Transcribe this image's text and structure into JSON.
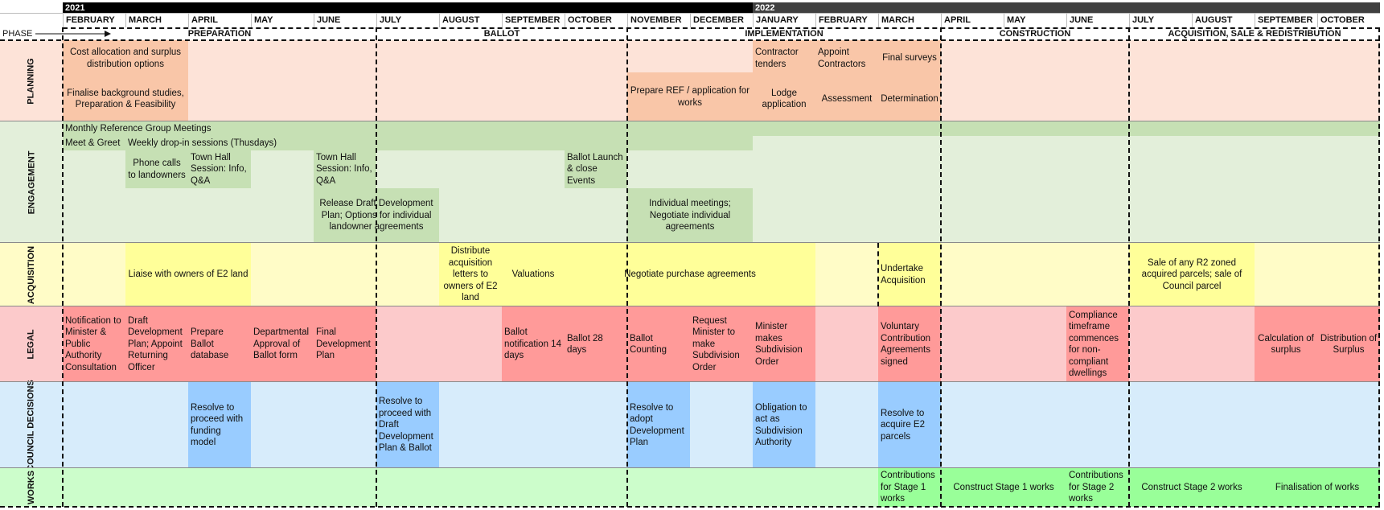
{
  "years": [
    "2021",
    "2022"
  ],
  "months": [
    "FEBRUARY",
    "MARCH",
    "APRIL",
    "MAY",
    "JUNE",
    "JULY",
    "AUGUST",
    "SEPTEMBER",
    "OCTOBER",
    "NOVEMBER",
    "DECEMBER",
    "JANUARY",
    "FEBRUARY",
    "MARCH",
    "APRIL",
    "MAY",
    "JUNE",
    "JULY",
    "AUGUST",
    "SEPTEMBER",
    "OCTOBER"
  ],
  "phase_label": "PHASE",
  "phases": [
    {
      "name": "PREPARATION",
      "start": 0,
      "end": 5
    },
    {
      "name": "BALLOT",
      "start": 5,
      "end": 9
    },
    {
      "name": "IMPLEMENTATION",
      "start": 9,
      "end": 14
    },
    {
      "name": "CONSTRUCTION",
      "start": 14,
      "end": 17
    },
    {
      "name": "ACQUISITION, SALE & REDISTRIBUTION",
      "start": 17,
      "end": 21
    }
  ],
  "rows": [
    {
      "label": "PLANNING",
      "bg": "#fde3d8"
    },
    {
      "label": "ENGAGEMENT",
      "bg": "#e3efda"
    },
    {
      "label": "ACQUISITION",
      "bg": "#fffcc7"
    },
    {
      "label": "LEGAL",
      "bg": "#fccacb"
    },
    {
      "label": "COUNCIL DECISIONS",
      "bg": "#d7ecfb"
    },
    {
      "label": "WORKS",
      "bg": "#ccfdcb"
    }
  ],
  "colors": {
    "planning": "#f9c6a8",
    "engagement": "#c6e0b4",
    "acquisition": "#ffff99",
    "legal": "#ff9a99",
    "council": "#99ccff",
    "works": "#99ff99",
    "year_2021": "#000000",
    "year_2022": "#404040"
  },
  "tasks": [
    {
      "row": 0,
      "start": 0,
      "end": 2,
      "top": 0.0,
      "bot": 0.45,
      "text": "Cost allocation and surplus distribution options",
      "color": "planning"
    },
    {
      "row": 0,
      "start": 0,
      "end": 2,
      "top": 0.45,
      "bot": 1.0,
      "text": "Finalise background studies, Preparation & Feasibility",
      "color": "planning"
    },
    {
      "row": 0,
      "start": 9,
      "end": 11,
      "top": 0.4,
      "bot": 1.0,
      "text": "Prepare REF / application for works",
      "color": "planning"
    },
    {
      "row": 0,
      "start": 11,
      "end": 12,
      "top": 0.0,
      "bot": 0.45,
      "text": "Contractor tenders",
      "color": "planning",
      "align": "left"
    },
    {
      "row": 0,
      "start": 11,
      "end": 12,
      "top": 0.45,
      "bot": 1.0,
      "text": "Lodge application",
      "color": "planning"
    },
    {
      "row": 0,
      "start": 12,
      "end": 13,
      "top": 0.0,
      "bot": 0.45,
      "text": "Appoint Contractors",
      "color": "planning",
      "align": "left"
    },
    {
      "row": 0,
      "start": 12,
      "end": 13,
      "top": 0.45,
      "bot": 1.0,
      "text": "Assessment",
      "color": "planning"
    },
    {
      "row": 0,
      "start": 13,
      "end": 14,
      "top": 0.0,
      "bot": 0.45,
      "text": "Final surveys",
      "color": "planning"
    },
    {
      "row": 0,
      "start": 13,
      "end": 14,
      "top": 0.45,
      "bot": 1.0,
      "text": "Determination",
      "color": "planning"
    },
    {
      "row": 1,
      "start": 0,
      "end": 21,
      "top": 0.0,
      "bot": 0.12,
      "text": "Monthly Reference Group Meetings",
      "color": "engagement",
      "align": "left"
    },
    {
      "row": 1,
      "start": 0,
      "end": 1,
      "top": 0.12,
      "bot": 0.24,
      "text": "Meet & Greet",
      "color": "engagement",
      "align": "left"
    },
    {
      "row": 1,
      "start": 1,
      "end": 11,
      "top": 0.12,
      "bot": 0.24,
      "text": "Weekly drop-in sessions (Thusdays)",
      "color": "engagement",
      "align": "left"
    },
    {
      "row": 1,
      "start": 1,
      "end": 2,
      "top": 0.24,
      "bot": 0.55,
      "text": "Phone calls to landowners",
      "color": "engagement"
    },
    {
      "row": 1,
      "start": 2,
      "end": 3,
      "top": 0.24,
      "bot": 0.55,
      "text": "Town Hall Session: Info, Q&A",
      "color": "engagement",
      "align": "left"
    },
    {
      "row": 1,
      "start": 4,
      "end": 5,
      "top": 0.24,
      "bot": 0.55,
      "text": "Town Hall Session: Info, Q&A",
      "color": "engagement",
      "align": "left"
    },
    {
      "row": 1,
      "start": 8,
      "end": 9,
      "top": 0.24,
      "bot": 0.55,
      "text": "Ballot Launch & close Events",
      "color": "engagement",
      "align": "left"
    },
    {
      "row": 1,
      "start": 4,
      "end": 6,
      "top": 0.55,
      "bot": 1.0,
      "text": "Release Draft Development Plan; Options for individual landowner agreements",
      "color": "engagement"
    },
    {
      "row": 1,
      "start": 9,
      "end": 11,
      "top": 0.55,
      "bot": 1.0,
      "text": "Individual meetings; Negotiate individual agreements",
      "color": "engagement"
    },
    {
      "row": 2,
      "start": 1,
      "end": 3,
      "top": 0.0,
      "bot": 1.0,
      "text": "Liaise with owners of E2 land",
      "color": "acquisition"
    },
    {
      "row": 2,
      "start": 6,
      "end": 7,
      "top": 0.0,
      "bot": 1.0,
      "text": "Distribute acquisition letters to owners of E2 land",
      "color": "acquisition"
    },
    {
      "row": 2,
      "start": 7,
      "end": 8,
      "top": 0.0,
      "bot": 1.0,
      "text": "Valuations",
      "color": "acquisition"
    },
    {
      "row": 2,
      "start": 8,
      "end": 12,
      "top": 0.0,
      "bot": 1.0,
      "text": "Negotiate purchase agreements",
      "color": "acquisition"
    },
    {
      "row": 2,
      "start": 13,
      "end": 14,
      "top": 0.0,
      "bot": 1.0,
      "text": "Undertake Acquisition",
      "color": "acquisition",
      "align": "left"
    },
    {
      "row": 2,
      "start": 17,
      "end": 19,
      "top": 0.0,
      "bot": 1.0,
      "text": "Sale of any R2 zoned acquired parcels; sale of Council parcel",
      "color": "acquisition"
    },
    {
      "row": 3,
      "start": 0,
      "end": 1,
      "top": 0.0,
      "bot": 1.0,
      "text": "Notification to Minister & Public Authority Consultation",
      "color": "legal",
      "align": "left"
    },
    {
      "row": 3,
      "start": 1,
      "end": 2,
      "top": 0.0,
      "bot": 1.0,
      "text": "Draft Development Plan; Appoint Returning Officer",
      "color": "legal",
      "align": "left"
    },
    {
      "row": 3,
      "start": 2,
      "end": 3,
      "top": 0.0,
      "bot": 1.0,
      "text": "Prepare Ballot database",
      "color": "legal",
      "align": "left"
    },
    {
      "row": 3,
      "start": 3,
      "end": 4,
      "top": 0.0,
      "bot": 1.0,
      "text": "Departmental Approval of Ballot form",
      "color": "legal",
      "align": "left"
    },
    {
      "row": 3,
      "start": 4,
      "end": 5,
      "top": 0.0,
      "bot": 1.0,
      "text": "Final Development Plan",
      "color": "legal",
      "align": "left"
    },
    {
      "row": 3,
      "start": 7,
      "end": 8,
      "top": 0.0,
      "bot": 1.0,
      "text": "Ballot notification 14 days",
      "color": "legal",
      "align": "left"
    },
    {
      "row": 3,
      "start": 8,
      "end": 9,
      "top": 0.0,
      "bot": 1.0,
      "text": "Ballot 28 days",
      "color": "legal",
      "align": "left"
    },
    {
      "row": 3,
      "start": 9,
      "end": 10,
      "top": 0.0,
      "bot": 1.0,
      "text": "Ballot Counting",
      "color": "legal",
      "align": "left"
    },
    {
      "row": 3,
      "start": 10,
      "end": 11,
      "top": 0.0,
      "bot": 1.0,
      "text": "Request Minister to make Subdivision Order",
      "color": "legal",
      "align": "left"
    },
    {
      "row": 3,
      "start": 11,
      "end": 12,
      "top": 0.0,
      "bot": 1.0,
      "text": "Minister makes Subdivision Order",
      "color": "legal",
      "align": "left"
    },
    {
      "row": 3,
      "start": 13,
      "end": 14,
      "top": 0.0,
      "bot": 1.0,
      "text": "Voluntary Contribution Agreements signed",
      "color": "legal",
      "align": "left"
    },
    {
      "row": 3,
      "start": 16,
      "end": 17,
      "top": 0.0,
      "bot": 1.0,
      "text": "Compliance timeframe commences for non-compliant dwellings",
      "color": "legal",
      "align": "left"
    },
    {
      "row": 3,
      "start": 19,
      "end": 20,
      "top": 0.0,
      "bot": 1.0,
      "text": "Calculation of surplus",
      "color": "legal"
    },
    {
      "row": 3,
      "start": 20,
      "end": 21,
      "top": 0.0,
      "bot": 1.0,
      "text": "Distribution of Surplus",
      "color": "legal"
    },
    {
      "row": 4,
      "start": 2,
      "end": 3,
      "top": 0.0,
      "bot": 1.0,
      "text": "Resolve to proceed with funding model",
      "color": "council",
      "align": "left"
    },
    {
      "row": 4,
      "start": 5,
      "end": 6,
      "top": 0.0,
      "bot": 1.0,
      "text": "Resolve to proceed with Draft Development Plan & Ballot",
      "color": "council",
      "align": "left"
    },
    {
      "row": 4,
      "start": 9,
      "end": 10,
      "top": 0.0,
      "bot": 1.0,
      "text": "Resolve to adopt Development Plan",
      "color": "council",
      "align": "left"
    },
    {
      "row": 4,
      "start": 11,
      "end": 12,
      "top": 0.0,
      "bot": 1.0,
      "text": "Obligation to act as Subdivision Authority",
      "color": "council",
      "align": "left"
    },
    {
      "row": 4,
      "start": 13,
      "end": 14,
      "top": 0.0,
      "bot": 1.0,
      "text": "Resolve to acquire E2 parcels",
      "color": "council",
      "align": "left"
    },
    {
      "row": 5,
      "start": 13,
      "end": 14,
      "top": 0.0,
      "bot": 1.0,
      "text": "Contributions for Stage 1 works",
      "color": "works",
      "align": "left"
    },
    {
      "row": 5,
      "start": 14,
      "end": 16,
      "top": 0.0,
      "bot": 1.0,
      "text": "Construct Stage 1 works",
      "color": "works"
    },
    {
      "row": 5,
      "start": 16,
      "end": 17,
      "top": 0.0,
      "bot": 1.0,
      "text": "Contributions for Stage 2 works",
      "color": "works",
      "align": "left"
    },
    {
      "row": 5,
      "start": 17,
      "end": 19,
      "top": 0.0,
      "bot": 1.0,
      "text": "Construct Stage 2 works",
      "color": "works"
    },
    {
      "row": 5,
      "start": 19,
      "end": 21,
      "top": 0.0,
      "bot": 1.0,
      "text": "Finalisation of works",
      "color": "works"
    }
  ]
}
